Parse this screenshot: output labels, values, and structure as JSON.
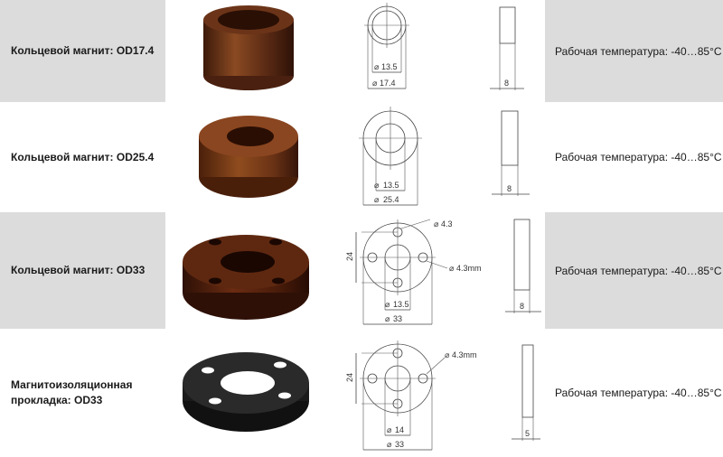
{
  "rows": [
    {
      "name": "Кольцевой магнит: OD17.4",
      "temp": "Рабочая температура: -40…85°С",
      "dims": {
        "inner": "13.5",
        "outer": "17.4",
        "thickness": "8"
      }
    },
    {
      "name": "Кольцевой магнит: OD25.4",
      "temp": "Рабочая температура: -40…85°С",
      "dims": {
        "inner": "13.5",
        "outer": "25.4",
        "thickness": "8"
      }
    },
    {
      "name": "Кольцевой магнит: OD33",
      "temp": "Рабочая температура: -40…85°С",
      "dims": {
        "inner": "13.5",
        "outer": "33",
        "thickness": "8",
        "hole_small": "4.3",
        "hole_pcd": "4.3mm",
        "pitch": "24"
      }
    },
    {
      "name": "Магнитоизоляционная прокладка: OD33",
      "temp": "Рабочая температура: -40…85°С",
      "dims": {
        "inner": "14",
        "outer": "33",
        "thickness": "5",
        "hole_pcd": "4.3mm",
        "pitch": "24"
      }
    }
  ],
  "colors": {
    "cell_gray": "#dcdcdc",
    "magnet_brown": "#5a2a14",
    "magnet_light": "#8a4a22",
    "spacer_black": "#1e1e1e"
  }
}
